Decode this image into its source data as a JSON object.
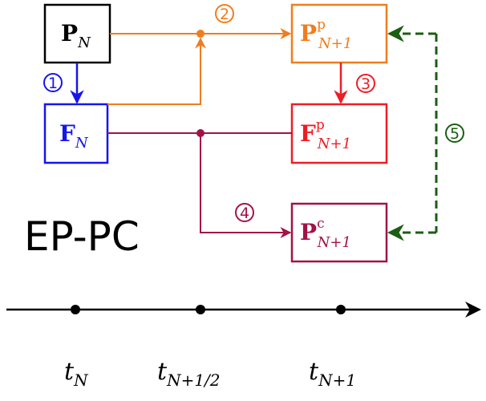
{
  "method_label": "EP-PC",
  "colors": {
    "black": "#000000",
    "blue": "#1515ee",
    "orange": "#ef7d1e",
    "red": "#ee1d24",
    "crimson": "#a31247",
    "green": "#1a5e12"
  },
  "boxes": {
    "p_n": {
      "symbol": "P",
      "subscript": "N",
      "superscript": ""
    },
    "f_n": {
      "symbol": "F",
      "subscript": "N",
      "superscript": ""
    },
    "p_pred": {
      "symbol": "P",
      "subscript": "N+1",
      "superscript": "p"
    },
    "f_pred": {
      "symbol": "F",
      "subscript": "N+1",
      "superscript": "p"
    },
    "p_corr": {
      "symbol": "P",
      "subscript": "N+1",
      "superscript": "c"
    }
  },
  "steps": {
    "step1": "1",
    "step2": "2",
    "step3": "3",
    "step4": "4",
    "step5": "5"
  },
  "timeline": {
    "t_n": {
      "symbol": "t",
      "subscript": "N"
    },
    "t_half": {
      "symbol": "t",
      "subscript": "N+1/2"
    },
    "t_next": {
      "symbol": "t",
      "subscript": "N+1"
    }
  }
}
